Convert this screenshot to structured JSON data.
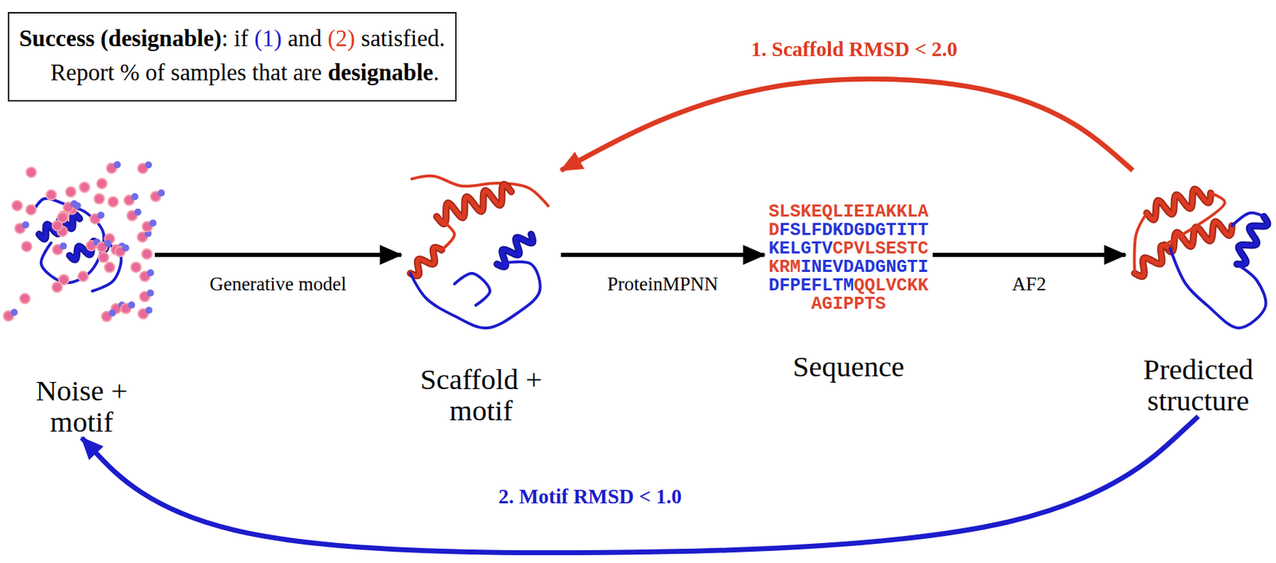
{
  "diagram": {
    "nodes": [
      {
        "text": [
          "Success (designable)",
          ": if",
          "(1)",
          "and",
          "(2)",
          "satisfied.",
          "Report % of samples that are",
          "designable",
          "."
        ]
      },
      {
        "text": [
          "Noise + motif"
        ]
      },
      {
        "text": [
          "Scaffold + motif"
        ]
      },
      {
        "text": [
          "SLSKEQLIEIAKKLA",
          "D",
          "FSLFDKDGDGTITT",
          "KELGTV",
          "CPVLSESTC",
          "KRM",
          "INEVDADGNGTI",
          "DFPEFLTM",
          "QQLVCKK",
          "AGIPPTS",
          "Sequence"
        ]
      },
      {
        "text": [
          "Predicted structure"
        ]
      }
    ],
    "edges": [
      {
        "from": 1,
        "to": 2,
        "arrow": "to",
        "label": "Generative model"
      },
      {
        "from": 2,
        "to": 3,
        "arrow": "to",
        "label": "ProteinMPNN"
      },
      {
        "from": 3,
        "to": 4,
        "arrow": "to",
        "label": "AF2"
      },
      {
        "from": 4,
        "to": 2,
        "arrow": "to",
        "label": "1. Scaffold RMSD < 2.0"
      },
      {
        "from": 4,
        "to": 1,
        "arrow": "to",
        "label": "2. Motif RMSD < 1.0"
      }
    ]
  }
}
